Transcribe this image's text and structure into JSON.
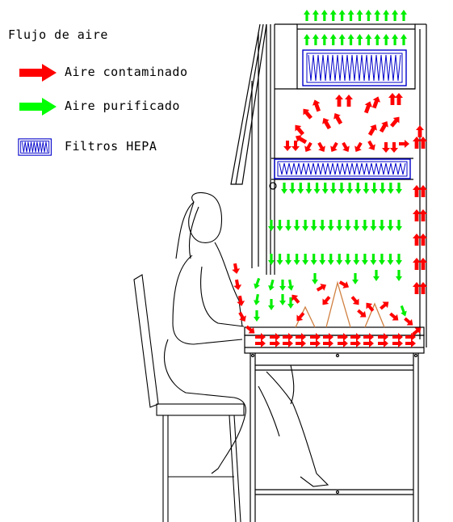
{
  "legend": {
    "title": "Flujo de aire",
    "items": [
      {
        "label": "Aire contaminado",
        "icon": "red-arrow-icon",
        "color": "#ff0000"
      },
      {
        "label": "Aire purificado",
        "icon": "green-arrow-icon",
        "color": "#00ff00"
      },
      {
        "label": "Filtros HEPA",
        "icon": "hepa-filter-icon",
        "color": "#0000cc"
      }
    ]
  },
  "colors": {
    "contaminated": "#ff0000",
    "purified": "#00ee00",
    "filter": "#0000cc",
    "outline": "#000000",
    "sample": "#d08040"
  }
}
